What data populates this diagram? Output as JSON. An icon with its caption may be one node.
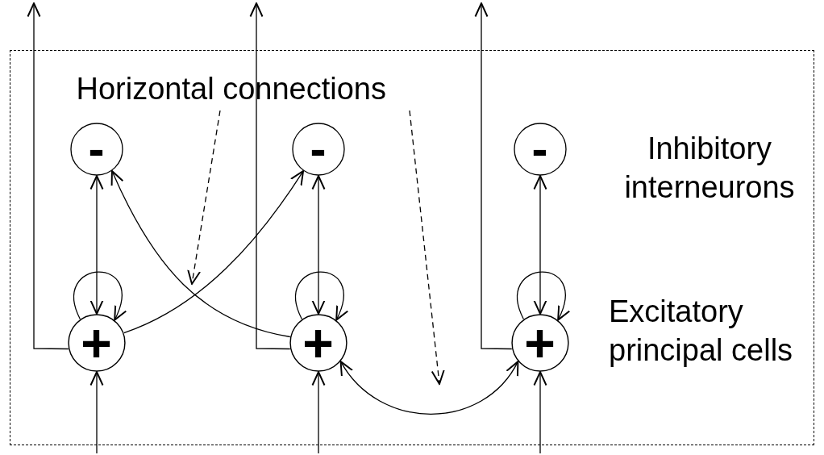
{
  "diagram": {
    "nodes": [
      {
        "text": [],
        "shape": "box"
      },
      {
        "text": [
          "Horizontal connections"
        ],
        "in": 0
      },
      {
        "text": [
          "-"
        ],
        "in": 0
      },
      {
        "text": [
          "-"
        ],
        "in": 0
      },
      {
        "text": [
          "-"
        ],
        "in": 0
      },
      {
        "text": [
          "+"
        ],
        "in": 0
      },
      {
        "text": [
          "+"
        ],
        "in": 0
      },
      {
        "text": [
          "+"
        ],
        "in": 0
      }
    ],
    "edges": [
      {
        "from": 2,
        "to": 5,
        "arrow": "both"
      },
      {
        "from": 3,
        "to": 6,
        "arrow": "both"
      },
      {
        "from": 4,
        "to": 7,
        "arrow": "both"
      },
      {
        "from": 5,
        "to": 5,
        "arrow": "to"
      },
      {
        "from": 6,
        "to": 6,
        "arrow": "to"
      },
      {
        "from": 7,
        "to": 7,
        "arrow": "to"
      },
      {
        "from": 5,
        "to": null,
        "arrow": "to"
      },
      {
        "from": 6,
        "to": null,
        "arrow": "to"
      },
      {
        "from": 7,
        "to": null,
        "arrow": "to"
      },
      {
        "from": null,
        "to": 5,
        "arrow": "to"
      },
      {
        "from": null,
        "to": 6,
        "arrow": "to"
      },
      {
        "from": null,
        "to": 7,
        "arrow": "to"
      },
      {
        "from": 5,
        "to": 3,
        "arrow": "to"
      },
      {
        "from": 6,
        "to": 2,
        "arrow": "to"
      },
      {
        "from": 6,
        "to": 7,
        "arrow": "both"
      },
      {
        "from": 1,
        "to": null,
        "arrow": "to",
        "style": "dashed"
      },
      {
        "from": 1,
        "to": null,
        "arrow": "to",
        "style": "dashed"
      }
    ],
    "labels": [
      "Inhibitory interneurons",
      "Excitatory principal cells"
    ]
  }
}
